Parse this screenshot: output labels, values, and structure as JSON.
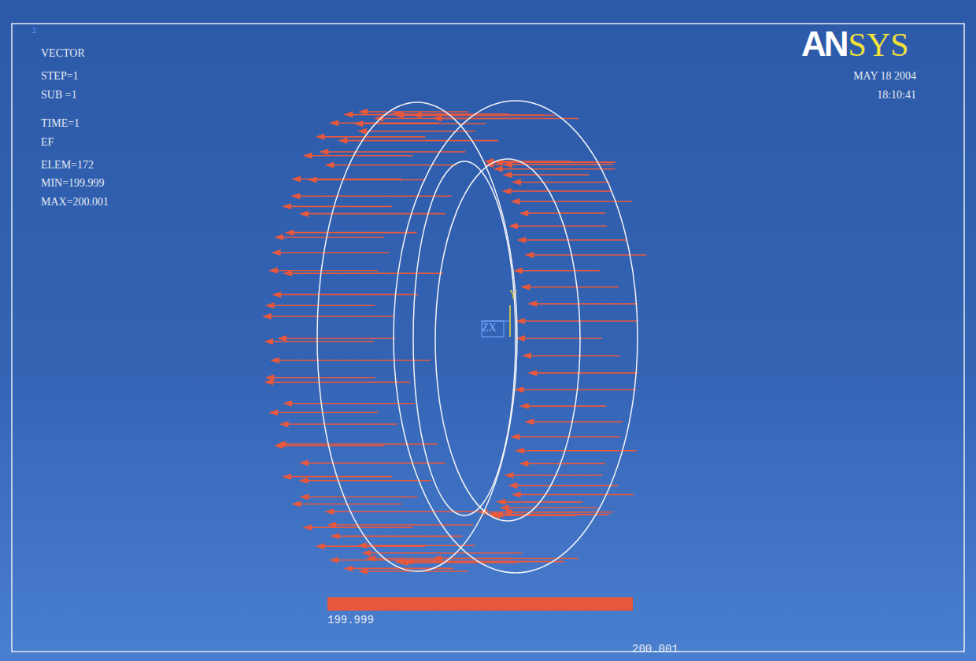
{
  "diagram": {
    "labels": [
      "1",
      "VECTOR",
      "STEP=1",
      "SUB =1",
      "TIME=1",
      "EF",
      "ELEM=172",
      "MIN=199.999",
      "MAX=200.001",
      "AN",
      "SYS",
      "MAY 18 2004",
      "18:10:41",
      "Y",
      "ZX",
      "199.999",
      "200.001"
    ]
  }
}
